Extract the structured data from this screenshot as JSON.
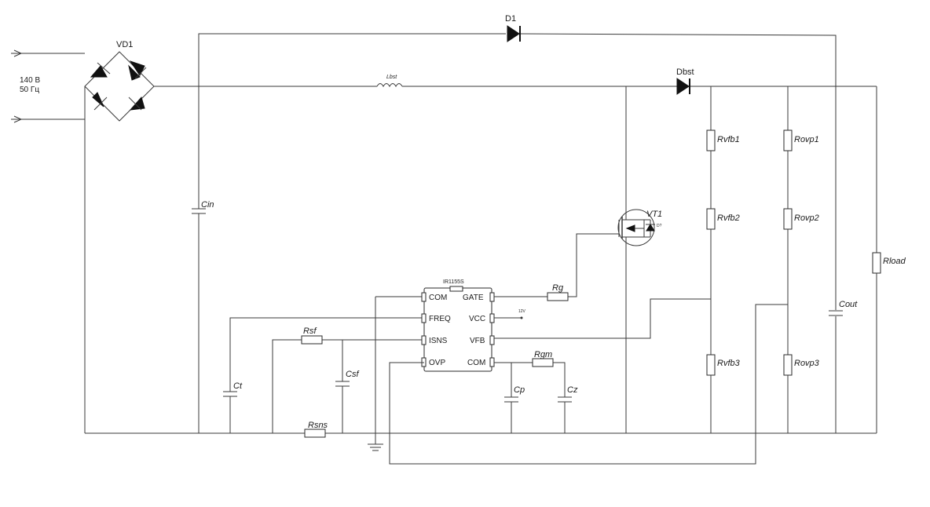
{
  "source": {
    "voltage": "140 В",
    "frequency": "50 Гц"
  },
  "components": {
    "bridge": "VD1",
    "d1": "D1",
    "dbst": "Dbst",
    "lbst": "Lbst",
    "cin": "Cin",
    "vt1": "VT1",
    "rg": "Rg",
    "rsf": "Rsf",
    "csf": "Csf",
    "ct": "Ct",
    "rsns": "Rsns",
    "rgm": "Rgm",
    "cp": "Cp",
    "cz": "Cz",
    "rvfb1": "Rvfb1",
    "rvfb2": "Rvfb2",
    "rvfb3": "Rvfb3",
    "rovp1": "Rovp1",
    "rovp2": "Rovp2",
    "rovp3": "Rovp3",
    "cout": "Cout",
    "rload": "Rload"
  },
  "ic": {
    "part": "IR1155S",
    "pins_left": [
      "COM",
      "FREQ",
      "ISNS",
      "OVP"
    ],
    "pins_right": [
      "GATE",
      "VCC",
      "VFB",
      "COM"
    ],
    "vcc_label": "12V"
  },
  "vt1_tiny_label": "D?"
}
